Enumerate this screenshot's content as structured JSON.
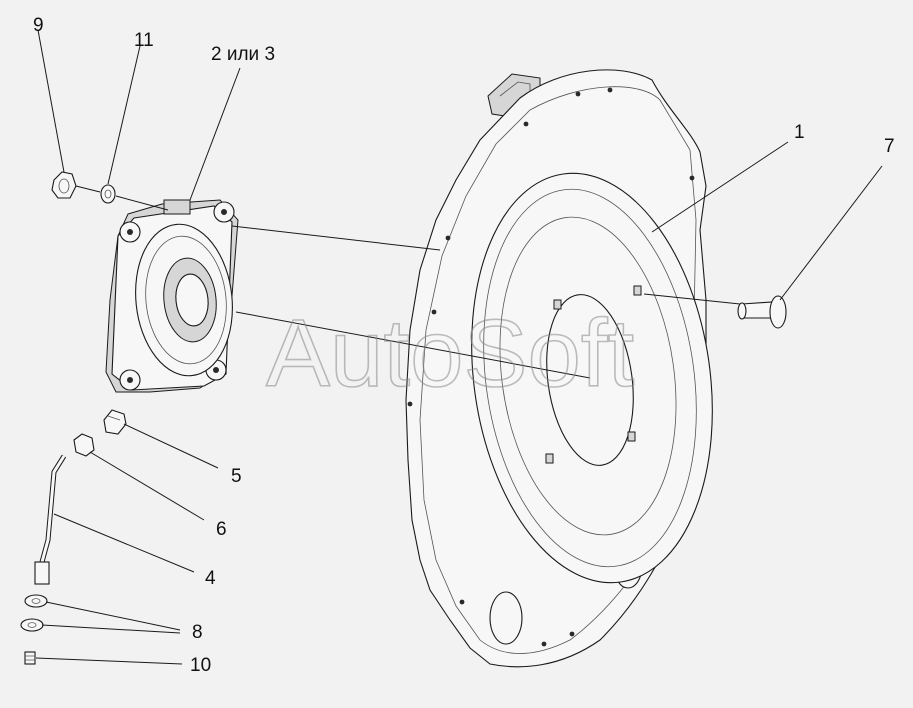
{
  "callouts": {
    "c1": "1",
    "c2or3": "2 или 3",
    "c4": "4",
    "c5": "5",
    "c6": "6",
    "c7": "7",
    "c8": "8",
    "c9": "9",
    "c10": "10",
    "c11": "11"
  },
  "watermark": "AutoSoft"
}
